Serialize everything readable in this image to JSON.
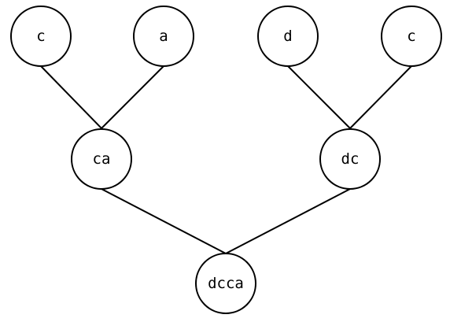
{
  "tree": {
    "nodes": {
      "c1": "c",
      "a": "a",
      "d": "d",
      "c2": "c",
      "ca": "ca",
      "dc": "dc",
      "dcca": "dcca"
    },
    "edges": [
      [
        "c1",
        "ca"
      ],
      [
        "a",
        "ca"
      ],
      [
        "d",
        "dc"
      ],
      [
        "c2",
        "dc"
      ],
      [
        "ca",
        "dcca"
      ],
      [
        "dc",
        "dcca"
      ]
    ]
  }
}
